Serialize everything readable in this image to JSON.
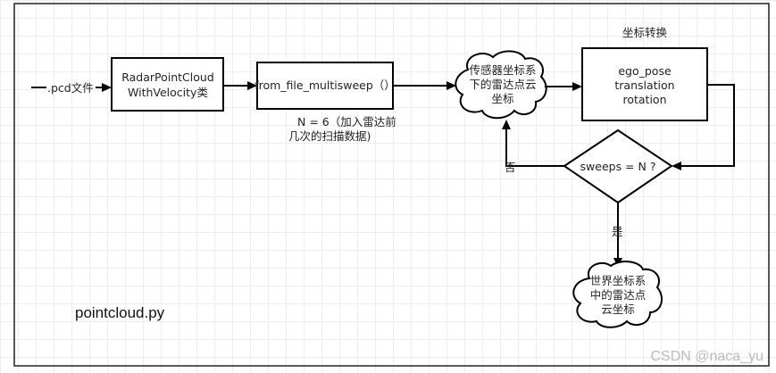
{
  "diagram": {
    "input_label": ".pcd文件",
    "class_box_lines": [
      "RadarPointCloud",
      "WithVelocity类"
    ],
    "method_box_label": "from_file_multisweep（）",
    "note_lines": [
      "N = 6（加入雷达前",
      "几次的扫描数据)"
    ],
    "cloud1_lines": [
      "传感器坐标系",
      "下的雷达点云",
      "坐标"
    ],
    "transform_title": "坐标转换",
    "transform_lines": [
      "ego_pose",
      "translation",
      "rotation"
    ],
    "decision_label": "sweeps = N ?",
    "no_label": "否",
    "yes_label": "是",
    "cloud2_lines": [
      "世界坐标系",
      "中的雷达点",
      "云坐标"
    ],
    "file_label": "pointcloud.py"
  },
  "watermark": "CSDN @naca_yu"
}
